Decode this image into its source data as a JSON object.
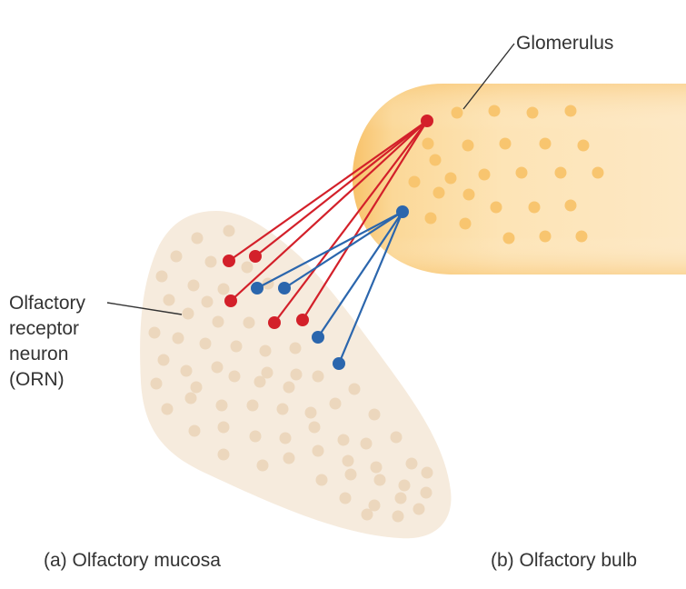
{
  "labels": {
    "glomerulus": "Glomerulus",
    "orn_lines": [
      "Olfactory",
      "receptor",
      "neuron",
      "(ORN)"
    ]
  },
  "captions": {
    "mucosa": "(a) Olfactory mucosa",
    "bulb": "(b) Olfactory bulb"
  },
  "colors": {
    "mucosa_fill": "#f6ebdd",
    "mucosa_dot": "#ecd7bd",
    "bulb_fill_light": "#fde6bd",
    "bulb_fill_dark": "#f9c97a",
    "bulb_dot": "#f8c56f",
    "red_neuron": "#d3202a",
    "blue_neuron": "#2b66ad",
    "leader_line": "#333333",
    "text": "#333333"
  }
}
